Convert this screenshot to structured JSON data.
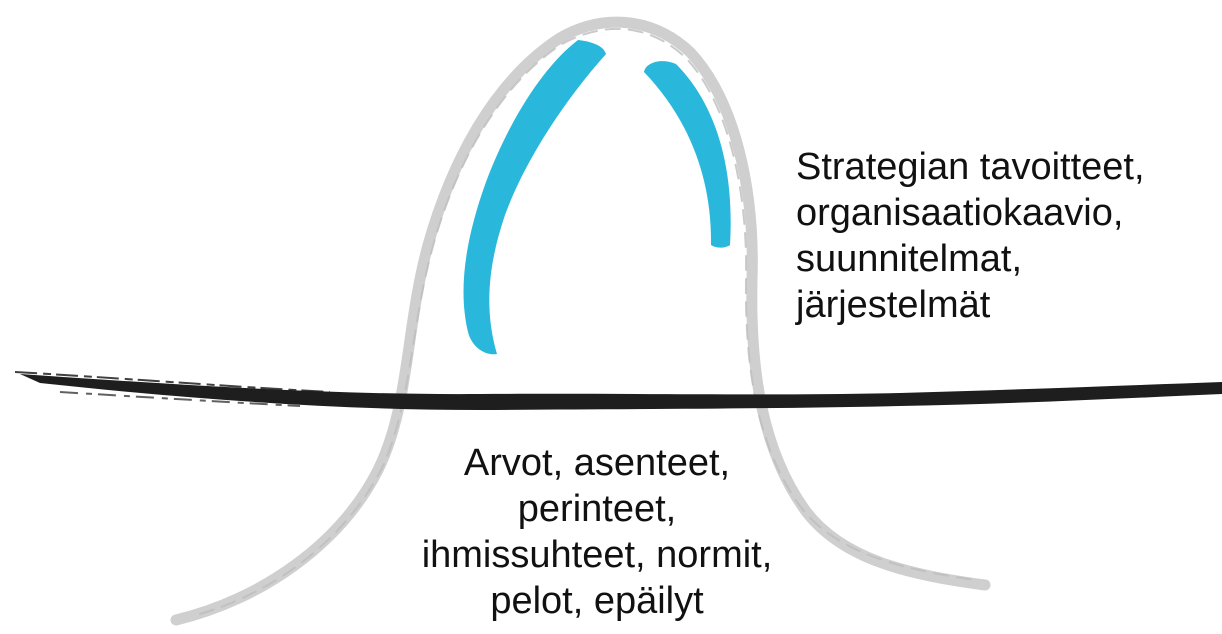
{
  "diagram": {
    "above_surface": {
      "lines": [
        "Strategian tavoitteet,",
        "organisaatiokaavio,",
        "suunnitelmat,",
        "järjestelmät"
      ]
    },
    "below_surface": {
      "lines": [
        "Arvot, asenteet,",
        "perinteet,",
        "ihmissuhteet, normit,",
        "pelot, epäilyt"
      ]
    }
  },
  "colors": {
    "iceberg_outline": "#cfcfcf",
    "highlight": "#29b8dc",
    "waterline": "#1e1e1e",
    "text": "#111111"
  }
}
